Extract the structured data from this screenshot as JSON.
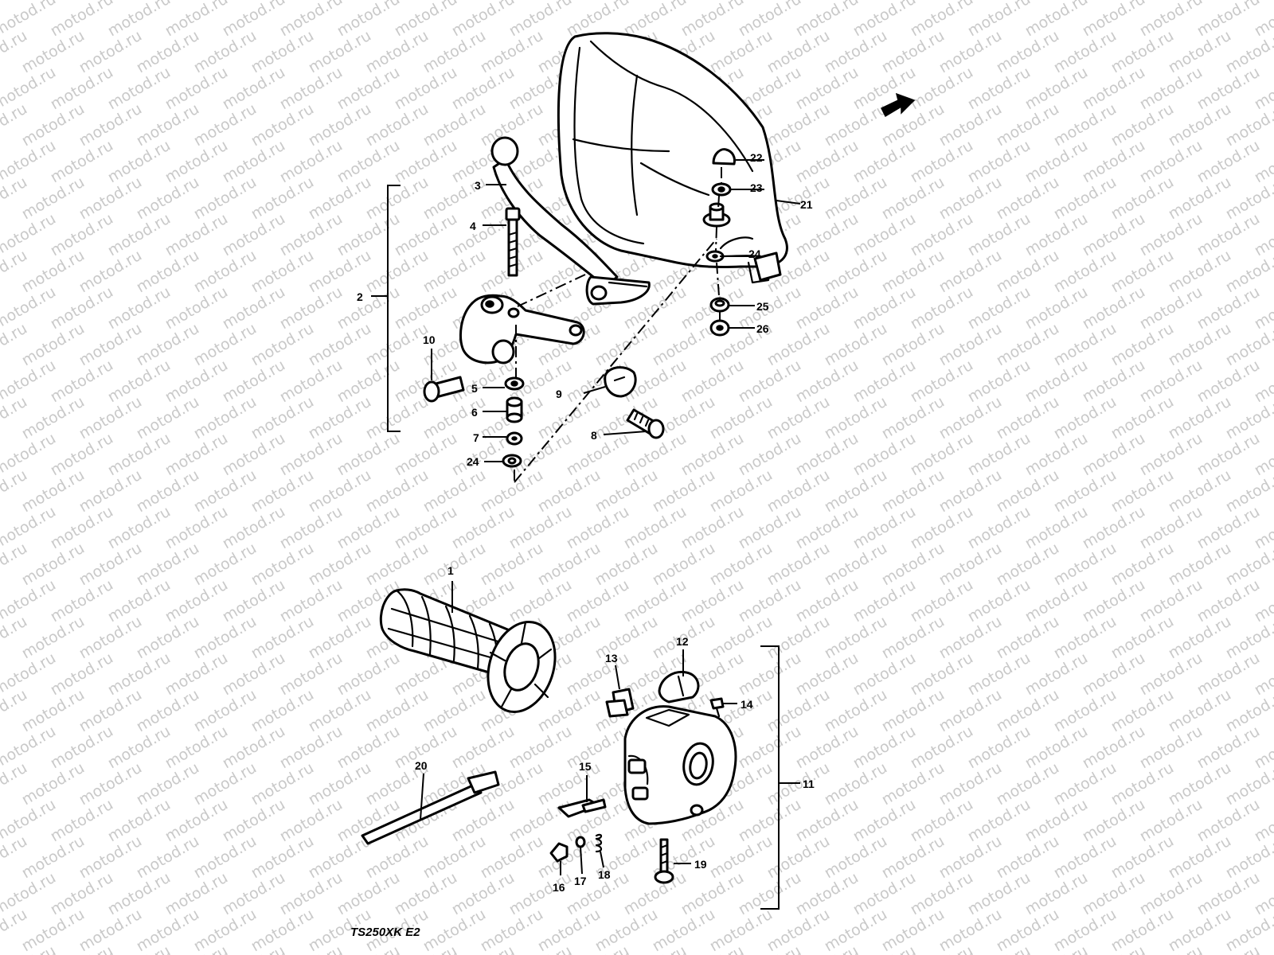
{
  "watermark": "motod.ru",
  "model_label": "TS250XK E2",
  "callouts": {
    "p1": "1",
    "p2": "2",
    "p3": "3",
    "p4": "4",
    "p5": "5",
    "p6": "6",
    "p7": "7",
    "p8": "8",
    "p9": "9",
    "p10": "10",
    "p11": "11",
    "p12": "12",
    "p13": "13",
    "p14": "14",
    "p15": "15",
    "p16": "16",
    "p17": "17",
    "p18": "18",
    "p19": "19",
    "p20": "20",
    "p21": "21",
    "p22": "22",
    "p23": "23",
    "p24a": "24",
    "p24b": "24",
    "p25": "25",
    "p26": "26"
  },
  "colors": {
    "line": "#000000",
    "background": "#ffffff",
    "watermark": "#c9c9c9"
  },
  "icons": {
    "front_arrow": "front-direction-arrow-icon"
  }
}
